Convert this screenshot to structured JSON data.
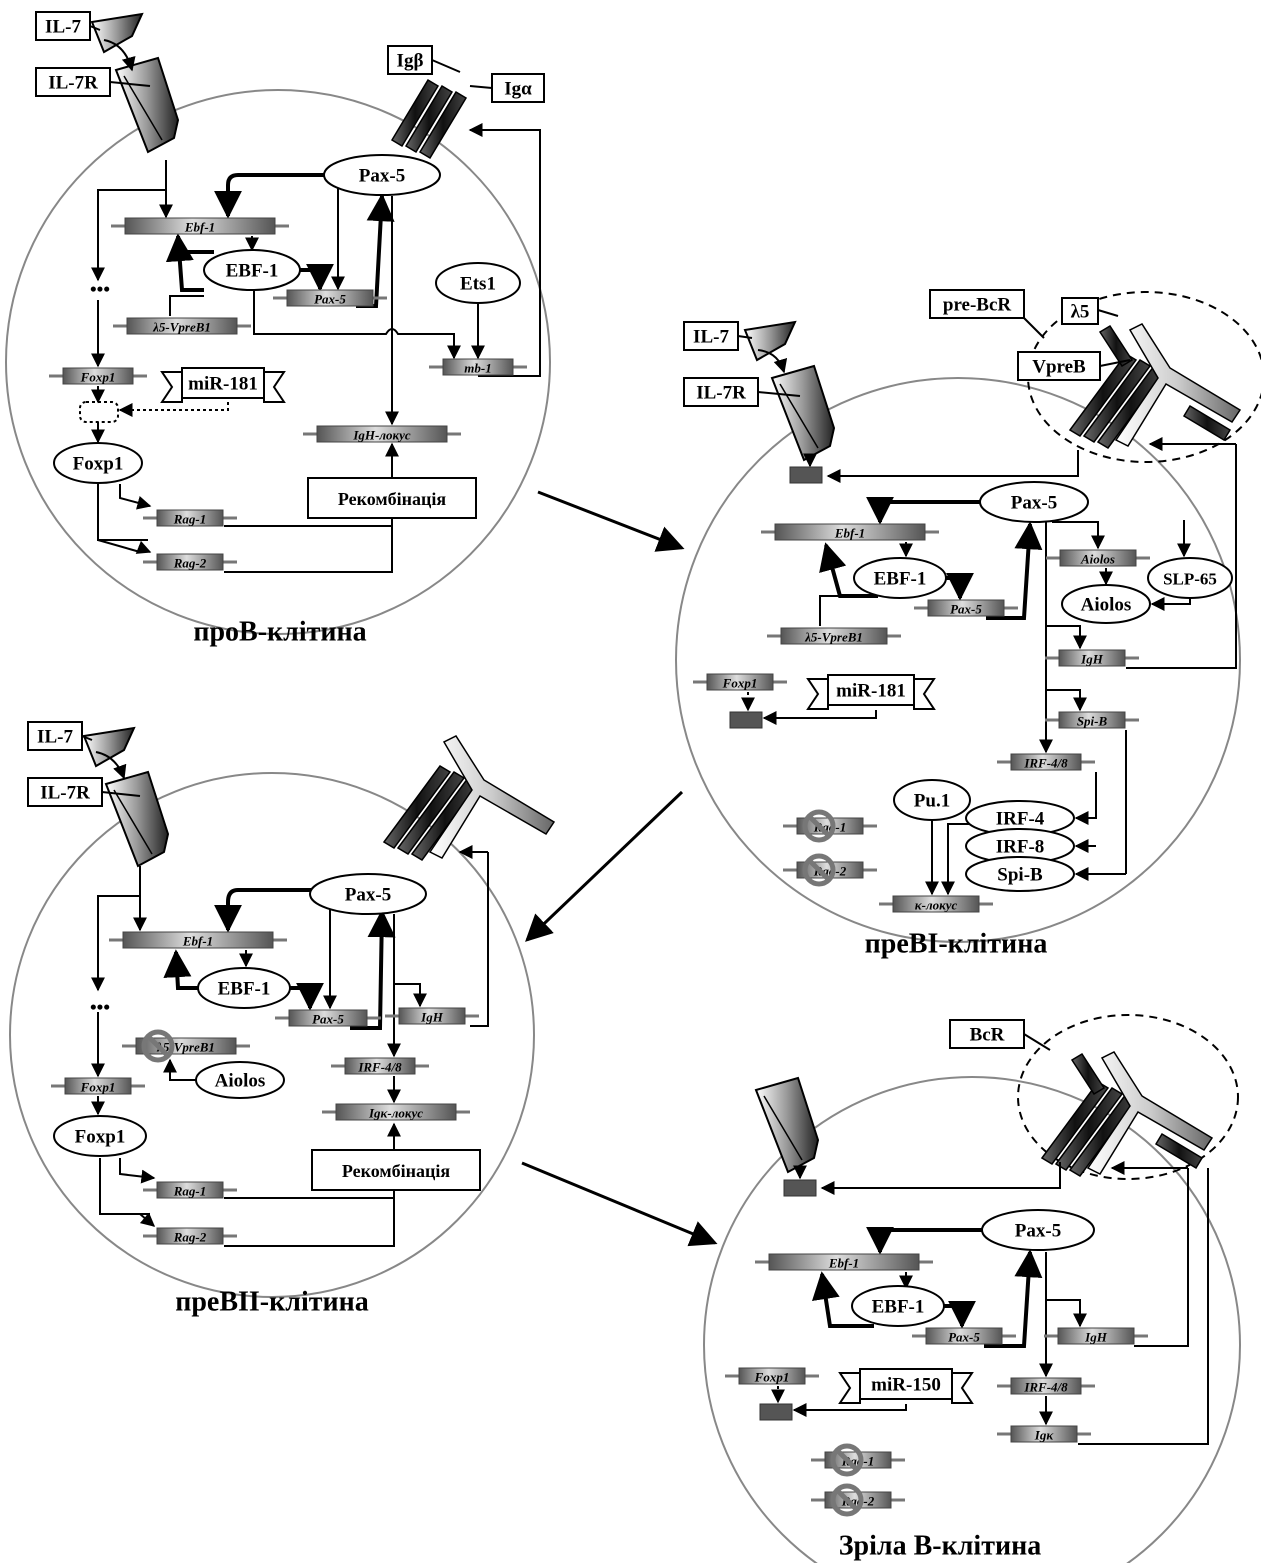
{
  "titles": {
    "pro_b": "проВ-клітина",
    "pre_b1": "преВІ-клітина",
    "pre_b2": "преВІІ-клітина",
    "mature": "Зріла В-клітина"
  },
  "receptors": {
    "il7": "IL-7",
    "il7r": "IL-7R",
    "ig_beta": "Igβ",
    "ig_alpha": "Igα",
    "pre_bcr": "pre-BcR",
    "lambda5": "λ5",
    "vpreb": "VpreB",
    "bcr": "BcR"
  },
  "proteins": {
    "pax5": "Pax-5",
    "ebf1": "EBF-1",
    "ets1": "Ets1",
    "foxp1": "Foxp1",
    "mir181": "miR-181",
    "mir150": "miR-150",
    "aiolos": "Aiolos",
    "slp65": "SLP-65",
    "pu1": "Pu.1",
    "irf4": "IRF-4",
    "irf8": "IRF-8",
    "spib": "Spi-B",
    "ellipsis": "•••"
  },
  "genes": {
    "ebf1": "Ebf-1",
    "pax5": "Pax-5",
    "l5vpreb1": "λ5-VpreB1",
    "mb1": "mb-1",
    "foxp1": "Foxp1",
    "igh_locus": "IgH-локус",
    "igh": "IgH",
    "rag1": "Rag-1",
    "rag2": "Rag-2",
    "aiolos": "Aiolos",
    "spib": "Spi-B",
    "irf48": "IRF-4/8",
    "kappa_locus": "κ-локус",
    "igk_locus": "Igκ-локус",
    "igk": "Igκ"
  },
  "recombination": "Рекомбінація"
}
